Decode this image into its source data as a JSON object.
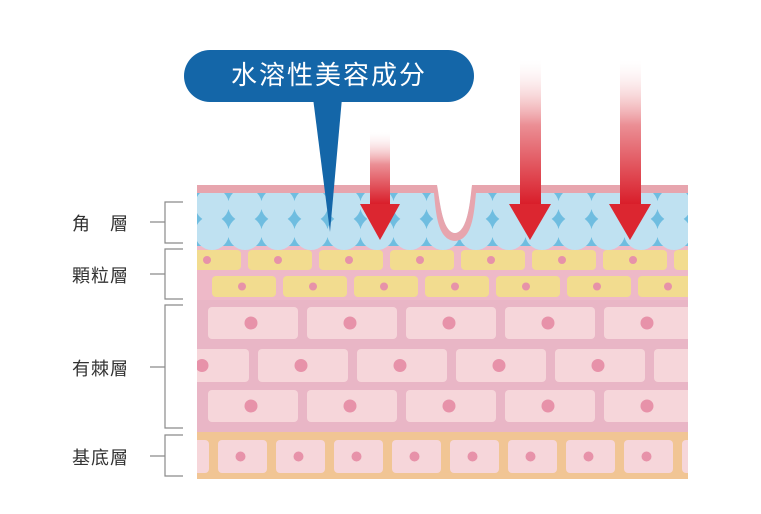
{
  "callout": {
    "label": "水溶性美容成分",
    "color": "#1466a8"
  },
  "layers": [
    {
      "id": "stratum-corneum",
      "label": "角　層",
      "fill": "#6fbde0",
      "cell_color": "#bfe1f1"
    },
    {
      "id": "stratum-granulosum",
      "label": "顆粒層",
      "fill": "#eeb9c8",
      "cell_color": "#f2dc8f"
    },
    {
      "id": "stratum-spinosum",
      "label": "有棘層",
      "fill": "#e9b6c6",
      "cell_color": "#f6d6da"
    },
    {
      "id": "stratum-basale",
      "label": "基底層",
      "fill": "#f1c594",
      "cell_color": "#f6d6da"
    }
  ],
  "surface_color": "#e7a5ae",
  "nucleus_color": "#e792a9",
  "arrows": {
    "count": 3,
    "color_start": "#fbe3e6",
    "color_end": "#e0242f",
    "meaning": "penetration of water-soluble cosmetic ingredients"
  },
  "pore_present": true
}
